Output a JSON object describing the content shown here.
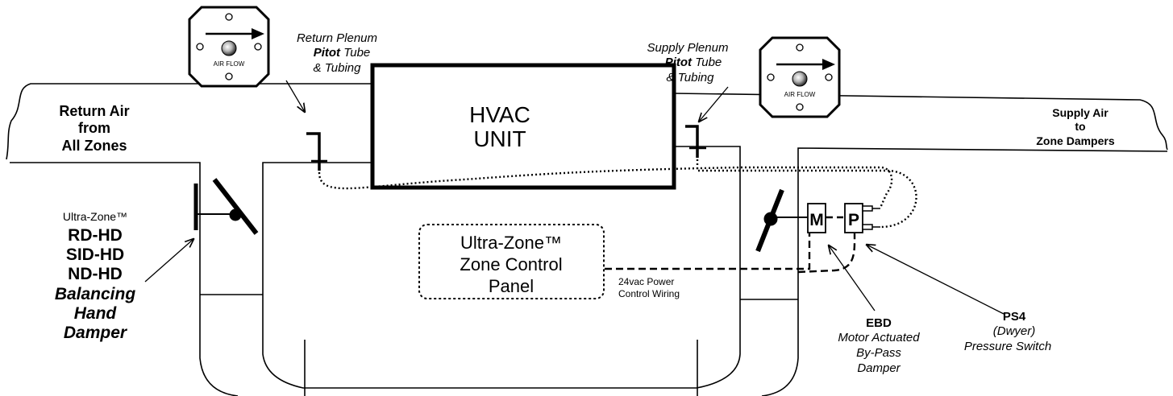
{
  "gauge_label": "AIR FLOW",
  "return_plenum": {
    "line1": "Return Plenum",
    "line2_bold": "Pitot",
    "line2_rest": " Tube",
    "line3": "& Tubing"
  },
  "supply_plenum": {
    "line1": "Supply Plenum",
    "line2_bold": "Pitot",
    "line2_rest": " Tube",
    "line3": "& Tubing"
  },
  "return_air": {
    "line1": "Return Air",
    "line2": "from",
    "line3": "All Zones"
  },
  "supply_air": {
    "line1": "Supply Air",
    "line2": "to",
    "line3": "Zone Dampers"
  },
  "hvac": {
    "line1": "HVAC",
    "line2": "UNIT"
  },
  "balancing_damper": {
    "brand": "Ultra-Zone™",
    "model1": "RD-HD",
    "model2": "SID-HD",
    "model3": "ND-HD",
    "desc1": "Balancing",
    "desc2": "Hand",
    "desc3": "Damper"
  },
  "control_panel": {
    "line1": "Ultra-Zone™",
    "line2": "Zone Control",
    "line3": "Panel"
  },
  "wiring": {
    "line1": "24vac Power",
    "line2": "Control Wiring"
  },
  "motor_box": "M",
  "pressure_box": "P",
  "ebd": {
    "title": "EBD",
    "line1": "Motor Actuated",
    "line2": "By-Pass",
    "line3": "Damper"
  },
  "ps4": {
    "title": "PS4",
    "line1": "(Dwyer)",
    "line2": "Pressure Switch"
  }
}
